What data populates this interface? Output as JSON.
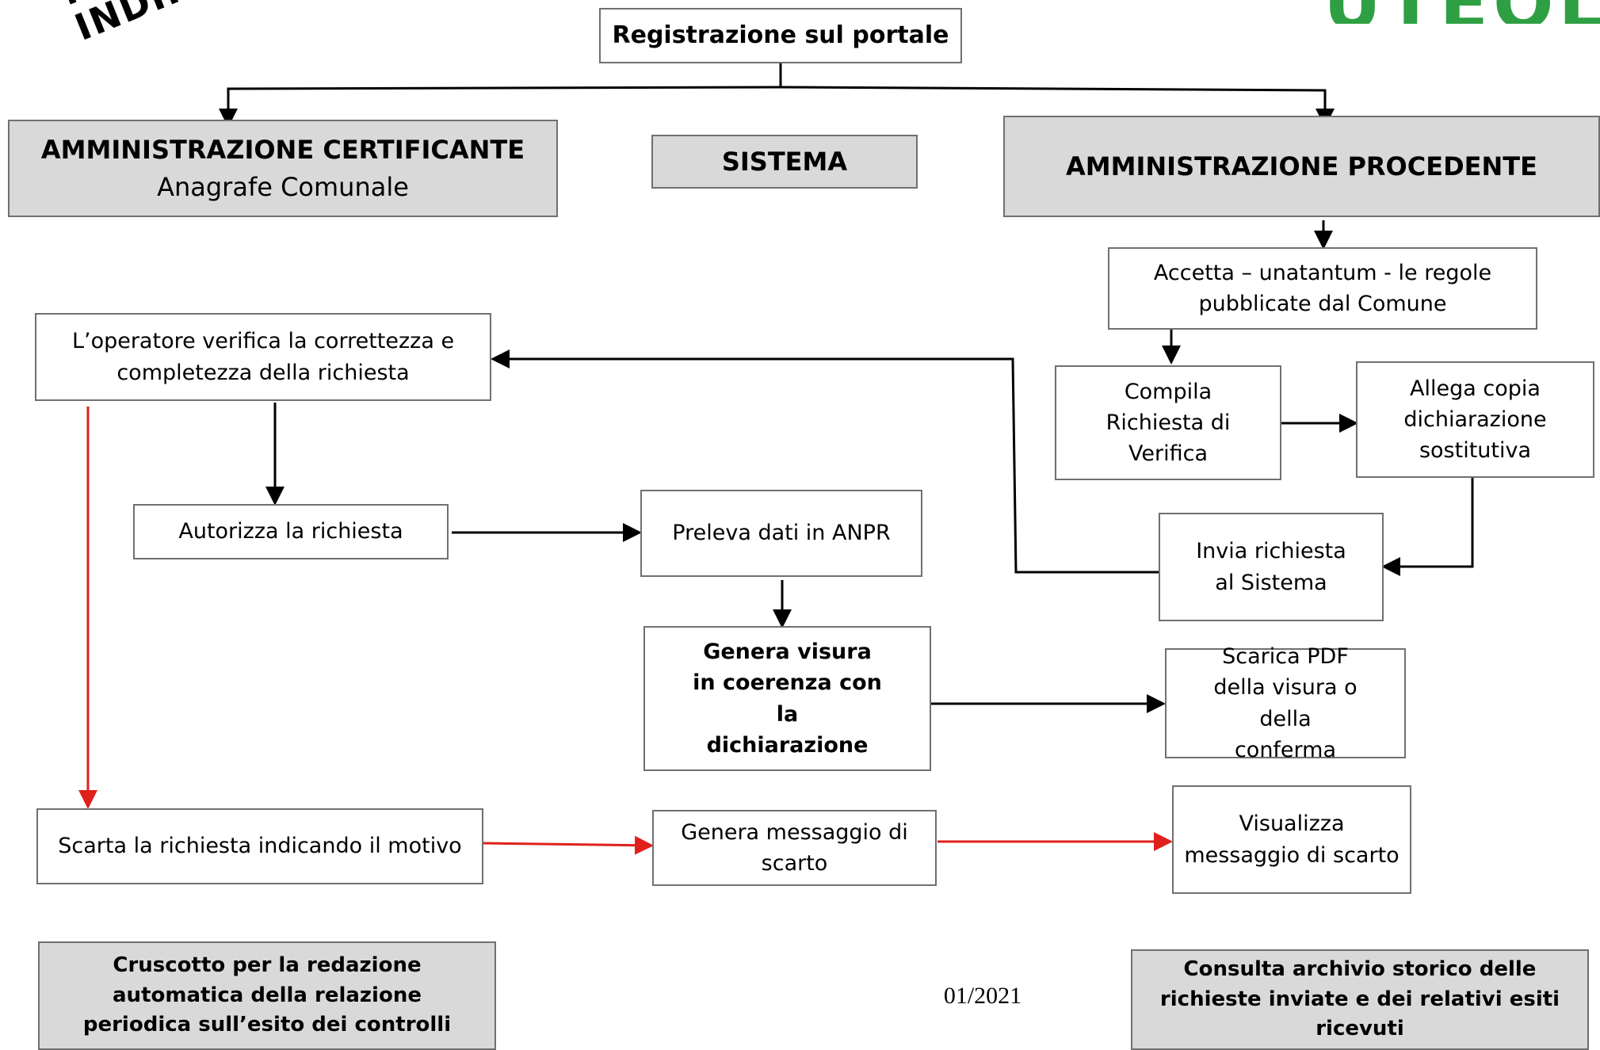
{
  "stamp": {
    "line1": "ME",
    "line2": "INDIRE"
  },
  "logo": {
    "text": "UTEOLI"
  },
  "top": {
    "label": "Registrazione sul portale"
  },
  "columns": {
    "certificante": {
      "title": "AMMINISTRAZIONE CERTIFICANTE",
      "subtitle": "Anagrafe Comunale"
    },
    "sistema": {
      "title": "SISTEMA"
    },
    "procedente": {
      "title": "AMMINISTRAZIONE PROCEDENTE"
    }
  },
  "steps": {
    "accetta": "Accetta – unatantum - le regole pubblicate dal Comune",
    "compila": "Compila Richiesta di Verifica",
    "allega": "Allega copia dichiarazione sostitutiva",
    "invia": "Invia richiesta al Sistema",
    "verifica": "L’operatore verifica la correttezza e completezza della richiesta",
    "autorizza": "Autorizza la richiesta",
    "preleva": "Preleva dati in ANPR",
    "genera_visura": "Genera visura  in coerenza con la dichiarazione",
    "scarica": "Scarica PDF della visura o della conferma",
    "scarta": "Scarta la richiesta indicando il motivo",
    "genera_messaggio": "Genera messaggio di scarto",
    "visualizza": "Visualizza messaggio di scarto",
    "cruscotto": "Cruscotto per la redazione automatica della relazione periodica sull’esito dei controlli",
    "consulta": "Consulta archivio storico delle richieste inviate e dei relativi esiti ricevuti"
  },
  "footer": {
    "date": "01/2021"
  },
  "colors": {
    "normal_arrow": "#000000",
    "reject_arrow": "#e0201b",
    "header_fill": "#d9d9d9",
    "logo": "#2ea043"
  }
}
